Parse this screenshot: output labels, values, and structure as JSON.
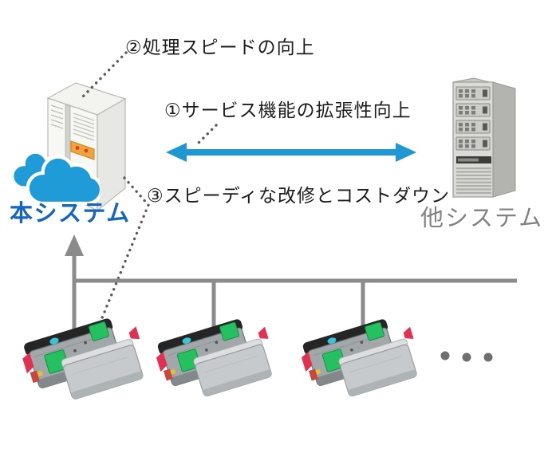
{
  "labels": {
    "benefit_1": "①サービス機能の拡張性向上",
    "benefit_2": "②処理スピードの向上",
    "benefit_3": "③スピーディな改修とコストダウン",
    "this_system": "本システム",
    "other_system": "他システム"
  },
  "colors": {
    "accent_blue_arrow": "#1f97d4",
    "cloud_blue": "#1f9bd8",
    "this_system_label": "#1565c0",
    "other_system_label": "#828282",
    "network_line_gray": "#8b8b8b",
    "leader_dot_gray": "#5a5a5a",
    "gate_ic_panel_green": "#25c05f",
    "gate_flap_red": "#e23050",
    "server_panel_orange": "#f1a33c"
  },
  "diagram": {
    "type": "system-architecture",
    "nodes": [
      {
        "id": "this-system",
        "label": "本システム",
        "depiction": "white tower server with blue clouds"
      },
      {
        "id": "other-system",
        "label": "他システム",
        "depiction": "gray tower server"
      },
      {
        "id": "ticket-gates",
        "label": "",
        "depiction": "automatic ticket gate pairs",
        "visible_count": 3,
        "continuation": "ellipsis dots"
      }
    ],
    "edges": [
      {
        "from": "this-system",
        "to": "other-system",
        "style": "blue double-headed arrow",
        "label": "①サービス機能の拡張性向上"
      },
      {
        "from": "ticket-gates",
        "to": "this-system",
        "style": "gray network bus with upward arrow"
      },
      {
        "from": "benefit_2 label",
        "to": "this-system",
        "style": "dotted leader"
      },
      {
        "from": "benefit_1 label",
        "to": "blue arrow",
        "style": "dotted leader"
      },
      {
        "from": "this-system",
        "to": "ticket-gates",
        "style": "dotted leader passing benefit_3 label"
      }
    ]
  }
}
